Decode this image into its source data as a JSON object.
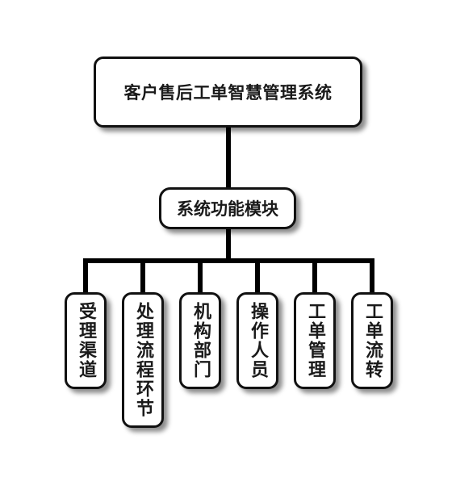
{
  "diagram": {
    "root": {
      "label": "客户售后工单智慧管理系统"
    },
    "module": {
      "label": "系统功能模块"
    },
    "leaves": [
      {
        "label": "受理渠道"
      },
      {
        "label": "处理流程环节"
      },
      {
        "label": "机构部门"
      },
      {
        "label": "操作人员"
      },
      {
        "label": "工单管理"
      },
      {
        "label": "工单流转"
      }
    ]
  }
}
